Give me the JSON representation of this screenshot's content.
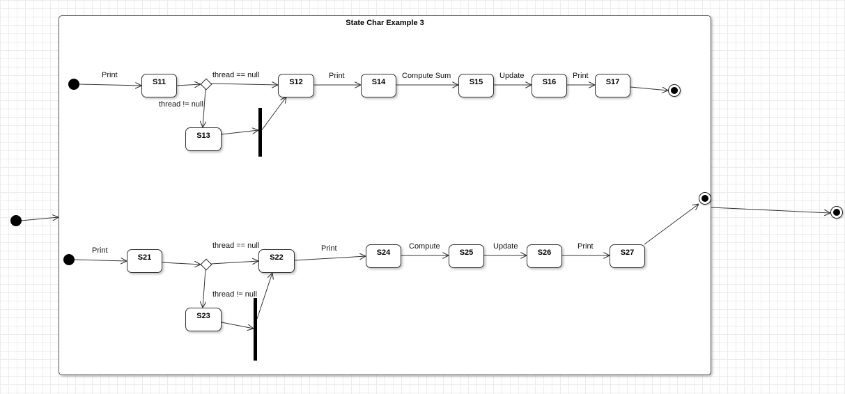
{
  "diagram": {
    "title": "State Char Example 3",
    "states": {
      "s11": "S11",
      "s12": "S12",
      "s13": "S13",
      "s14": "S14",
      "s15": "S15",
      "s16": "S16",
      "s17": "S17",
      "s21": "S21",
      "s22": "S22",
      "s23": "S23",
      "s24": "S24",
      "s25": "S25",
      "s26": "S26",
      "s27": "S27"
    },
    "transitions": {
      "r1_print": "Print",
      "r1_guard_null": "thread == null",
      "r1_guard_not_null": "thread != null",
      "r1_print2": "Print",
      "r1_compute": "Compute Sum",
      "r1_update": "Update",
      "r1_print3": "Print",
      "r2_print": "Print",
      "r2_guard_null": "thread == null",
      "r2_guard_not_null": "thread != null",
      "r2_print2": "Print",
      "r2_compute": "Compute",
      "r2_update": "Update",
      "r2_print3": "Print"
    }
  }
}
